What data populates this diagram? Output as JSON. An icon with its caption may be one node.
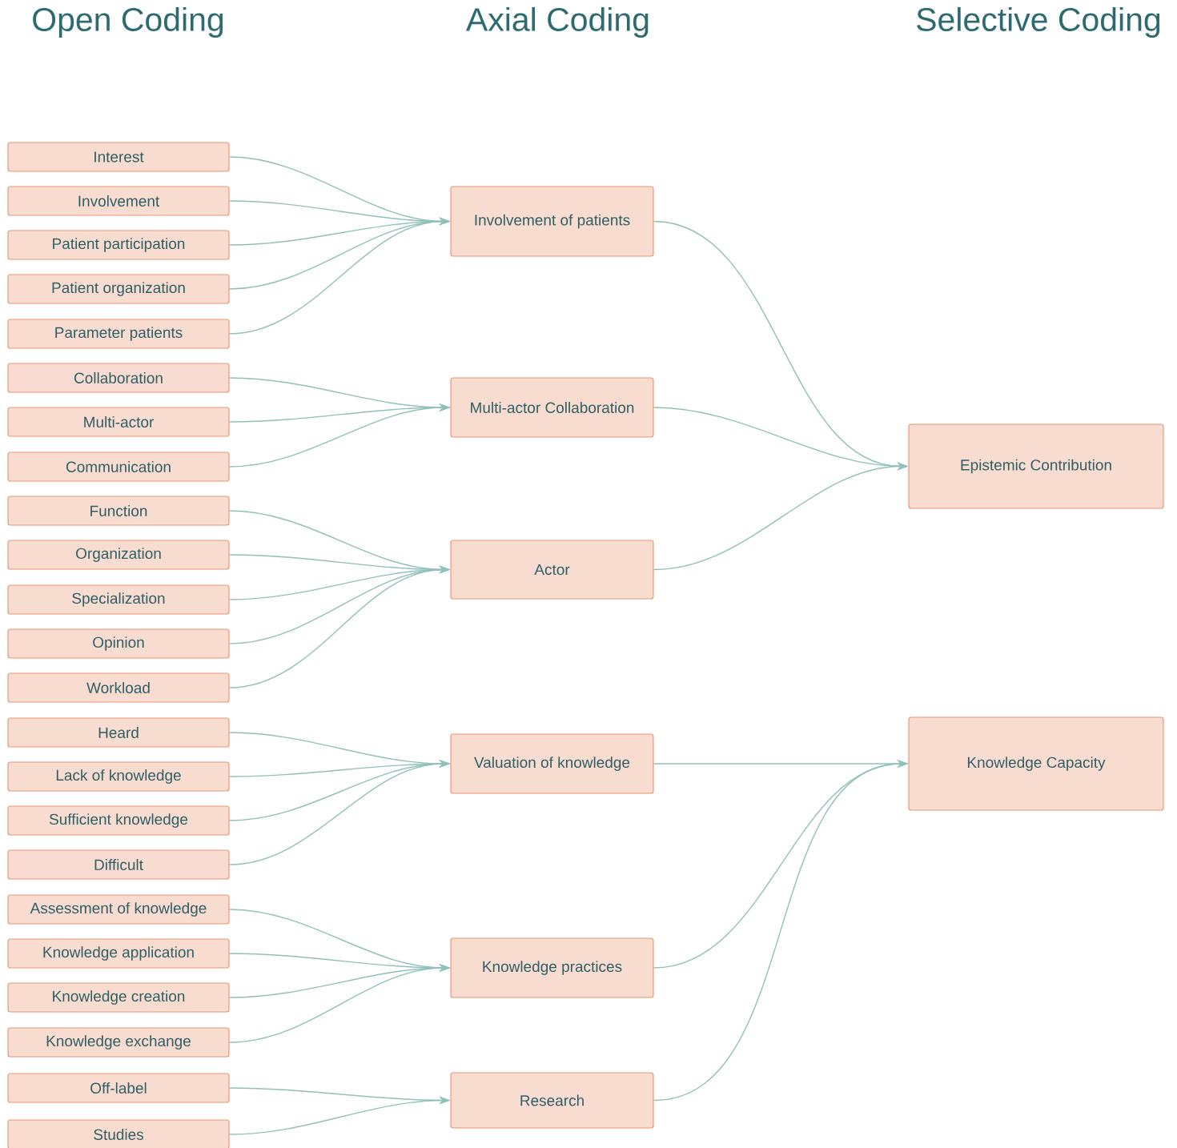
{
  "diagram": {
    "nodes": [
      {
        "text": [
          "Interest"
        ]
      },
      {
        "text": [
          "Involvement"
        ]
      },
      {
        "text": [
          "Patient participation"
        ]
      },
      {
        "text": [
          "Patient organization"
        ]
      },
      {
        "text": [
          "Parameter patients"
        ]
      },
      {
        "text": [
          "Collaboration"
        ]
      },
      {
        "text": [
          "Multi-actor"
        ]
      },
      {
        "text": [
          "Communication"
        ]
      },
      {
        "text": [
          "Function"
        ]
      },
      {
        "text": [
          "Organization"
        ]
      },
      {
        "text": [
          "Specialization"
        ]
      },
      {
        "text": [
          "Opinion"
        ]
      },
      {
        "text": [
          "Workload"
        ]
      },
      {
        "text": [
          "Heard"
        ]
      },
      {
        "text": [
          "Lack of knowledge"
        ]
      },
      {
        "text": [
          "Sufficient knowledge"
        ]
      },
      {
        "text": [
          "Difficult"
        ]
      },
      {
        "text": [
          "Assessment of knowledge"
        ]
      },
      {
        "text": [
          "Knowledge application"
        ]
      },
      {
        "text": [
          "Knowledge creation"
        ]
      },
      {
        "text": [
          "Knowledge exchange"
        ]
      },
      {
        "text": [
          "Off-label"
        ]
      },
      {
        "text": [
          "Studies"
        ]
      },
      {
        "text": [
          "Involvement of patients"
        ]
      },
      {
        "text": [
          "Multi-actor Collaboration"
        ]
      },
      {
        "text": [
          "Actor"
        ]
      },
      {
        "text": [
          "Valuation of knowledge"
        ]
      },
      {
        "text": [
          "Knowledge practices"
        ]
      },
      {
        "text": [
          "Research"
        ]
      },
      {
        "text": [
          "Epistemic Contribution"
        ]
      },
      {
        "text": [
          "Knowledge Capacity"
        ]
      }
    ],
    "edges": [
      {
        "from": 0,
        "to": 23,
        "arrow": "to"
      },
      {
        "from": 1,
        "to": 23,
        "arrow": "to"
      },
      {
        "from": 2,
        "to": 23,
        "arrow": "to"
      },
      {
        "from": 3,
        "to": 23,
        "arrow": "to"
      },
      {
        "from": 4,
        "to": 23,
        "arrow": "to"
      },
      {
        "from": 5,
        "to": 24,
        "arrow": "to"
      },
      {
        "from": 6,
        "to": 24,
        "arrow": "to"
      },
      {
        "from": 7,
        "to": 24,
        "arrow": "to"
      },
      {
        "from": 8,
        "to": 25,
        "arrow": "to"
      },
      {
        "from": 9,
        "to": 25,
        "arrow": "to"
      },
      {
        "from": 10,
        "to": 25,
        "arrow": "to"
      },
      {
        "from": 11,
        "to": 25,
        "arrow": "to"
      },
      {
        "from": 12,
        "to": 25,
        "arrow": "to"
      },
      {
        "from": 13,
        "to": 26,
        "arrow": "to"
      },
      {
        "from": 14,
        "to": 26,
        "arrow": "to"
      },
      {
        "from": 15,
        "to": 26,
        "arrow": "to"
      },
      {
        "from": 16,
        "to": 26,
        "arrow": "to"
      },
      {
        "from": 17,
        "to": 27,
        "arrow": "to"
      },
      {
        "from": 18,
        "to": 27,
        "arrow": "to"
      },
      {
        "from": 19,
        "to": 27,
        "arrow": "to"
      },
      {
        "from": 20,
        "to": 27,
        "arrow": "to"
      },
      {
        "from": 21,
        "to": 28,
        "arrow": "to"
      },
      {
        "from": 22,
        "to": 28,
        "arrow": "to"
      },
      {
        "from": 23,
        "to": 29,
        "arrow": "to"
      },
      {
        "from": 24,
        "to": 29,
        "arrow": "to"
      },
      {
        "from": 25,
        "to": 29,
        "arrow": "to"
      },
      {
        "from": 26,
        "to": 30,
        "arrow": "to"
      },
      {
        "from": 27,
        "to": 30,
        "arrow": "to"
      },
      {
        "from": 28,
        "to": 30,
        "arrow": "to"
      }
    ],
    "labels": [
      "Open Coding",
      "Axial Coding",
      "Selective Coding"
    ]
  }
}
